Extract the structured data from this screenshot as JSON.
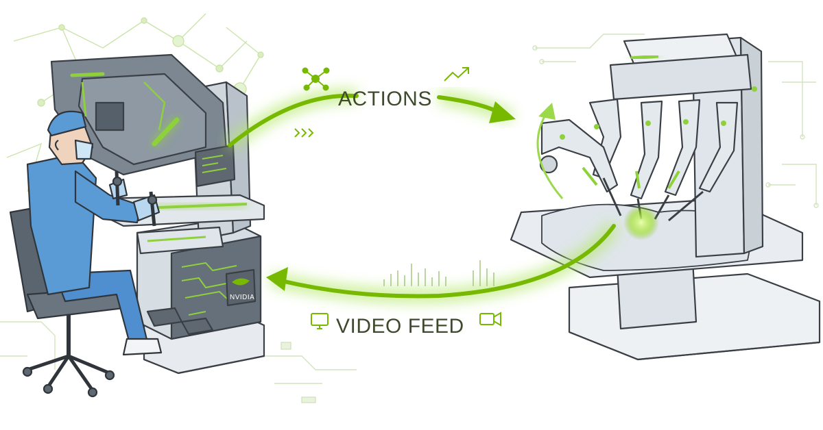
{
  "labels": {
    "actions": "ACTIONS",
    "video_feed": "VIDEO FEED",
    "console_brand": "NVIDIA"
  },
  "colors": {
    "accent_green": "#76b900",
    "line_grey": "#3a3f46",
    "scrubs_blue": "#5b9bd5",
    "machine_light": "#e7ebef",
    "machine_mid": "#c9d0d6",
    "console_dark": "#5f6870"
  },
  "icons": {
    "actions_left": "network-nodes-icon",
    "actions_right": "trend-arrow-icon",
    "video_left": "monitor-icon",
    "video_right": "video-camera-icon"
  }
}
